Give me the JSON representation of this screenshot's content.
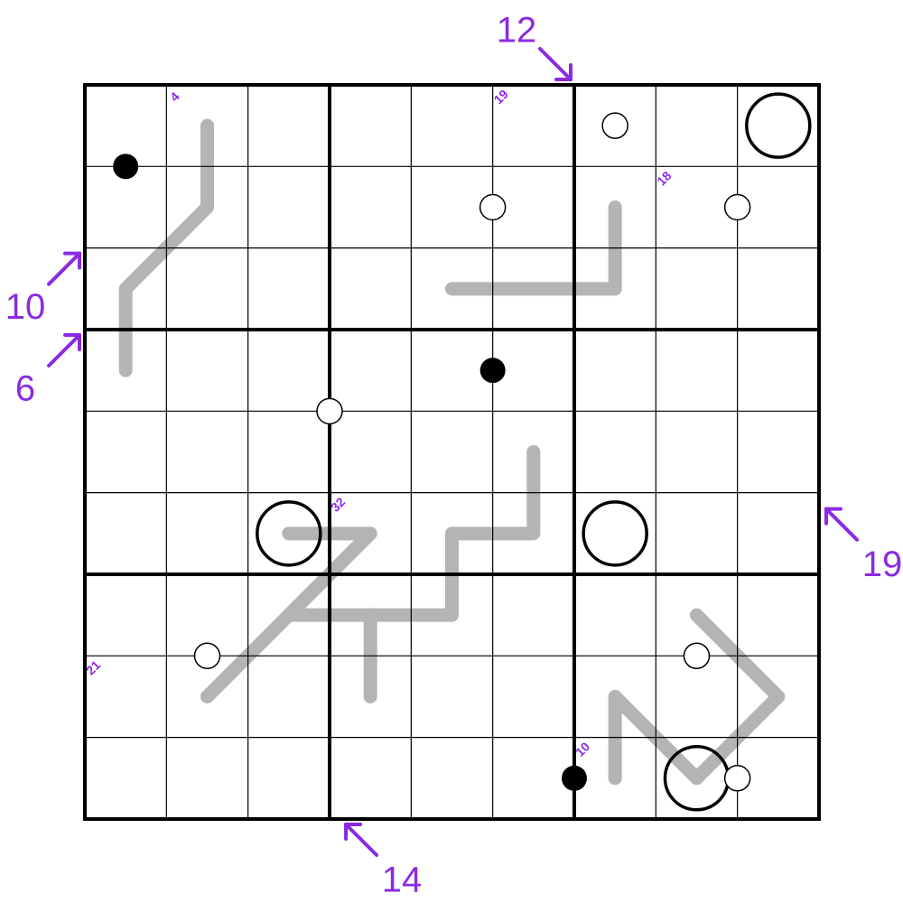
{
  "puzzle": {
    "grid_size": 9,
    "colors": {
      "clue": "#8a2be2",
      "line": "#b4b4b4",
      "grid": "#000000",
      "white_dot": "#ffffff",
      "black_dot": "#000000"
    },
    "cell_clues": [
      {
        "row": 0,
        "col": 1,
        "label": "4"
      },
      {
        "row": 0,
        "col": 5,
        "label": "19"
      },
      {
        "row": 1,
        "col": 7,
        "label": "18"
      },
      {
        "row": 5,
        "col": 3,
        "label": "32"
      },
      {
        "row": 7,
        "col": 0,
        "label": "21"
      },
      {
        "row": 8,
        "col": 6,
        "label": "10"
      }
    ],
    "outside_clues": [
      {
        "label": "12",
        "target_row": 0,
        "target_col": 6,
        "direction": "down-right"
      },
      {
        "label": "10",
        "target_row": 2,
        "target_col": 0,
        "direction": "up-right"
      },
      {
        "label": "6",
        "target_row": 3,
        "target_col": 0,
        "direction": "up-right"
      },
      {
        "label": "19",
        "target_row": 5,
        "target_col": 8,
        "direction": "up-left"
      },
      {
        "label": "14",
        "target_row": 8,
        "target_col": 3,
        "direction": "up-left"
      }
    ],
    "circles": [
      {
        "row": 0,
        "col": 8
      },
      {
        "row": 5,
        "col": 2
      },
      {
        "row": 5,
        "col": 6
      },
      {
        "row": 8,
        "col": 7
      }
    ],
    "white_dots": [
      {
        "r": 0.5,
        "c": 6.5
      },
      {
        "r": 1.5,
        "c": 5.0
      },
      {
        "r": 1.5,
        "c": 8.0
      },
      {
        "r": 4.0,
        "c": 3.0
      },
      {
        "r": 7.0,
        "c": 1.5
      },
      {
        "r": 7.0,
        "c": 7.5
      },
      {
        "r": 8.5,
        "c": 8.0
      }
    ],
    "black_dots": [
      {
        "r": 1.0,
        "c": 0.5
      },
      {
        "r": 3.5,
        "c": 5.0
      },
      {
        "r": 8.5,
        "c": 6.0
      }
    ],
    "lines": [
      [
        [
          0.5,
          1.5
        ],
        [
          1.5,
          1.5
        ],
        [
          2.5,
          0.5
        ],
        [
          3.5,
          0.5
        ]
      ],
      [
        [
          1.5,
          6.5
        ],
        [
          2.5,
          6.5
        ],
        [
          2.5,
          4.5
        ]
      ],
      [
        [
          4.5,
          5.5
        ],
        [
          5.5,
          5.5
        ],
        [
          5.5,
          4.5
        ],
        [
          6.5,
          4.5
        ],
        [
          6.5,
          2.5
        ],
        [
          5.5,
          3.5
        ],
        [
          5.5,
          2.5
        ]
      ],
      [
        [
          5.5,
          3.5
        ],
        [
          7.5,
          1.5
        ]
      ],
      [
        [
          6.5,
          3.5
        ],
        [
          7.5,
          3.5
        ]
      ],
      [
        [
          8.5,
          6.5
        ],
        [
          7.5,
          6.5
        ],
        [
          8.5,
          7.5
        ],
        [
          7.5,
          8.5
        ],
        [
          6.5,
          7.5
        ]
      ]
    ]
  }
}
